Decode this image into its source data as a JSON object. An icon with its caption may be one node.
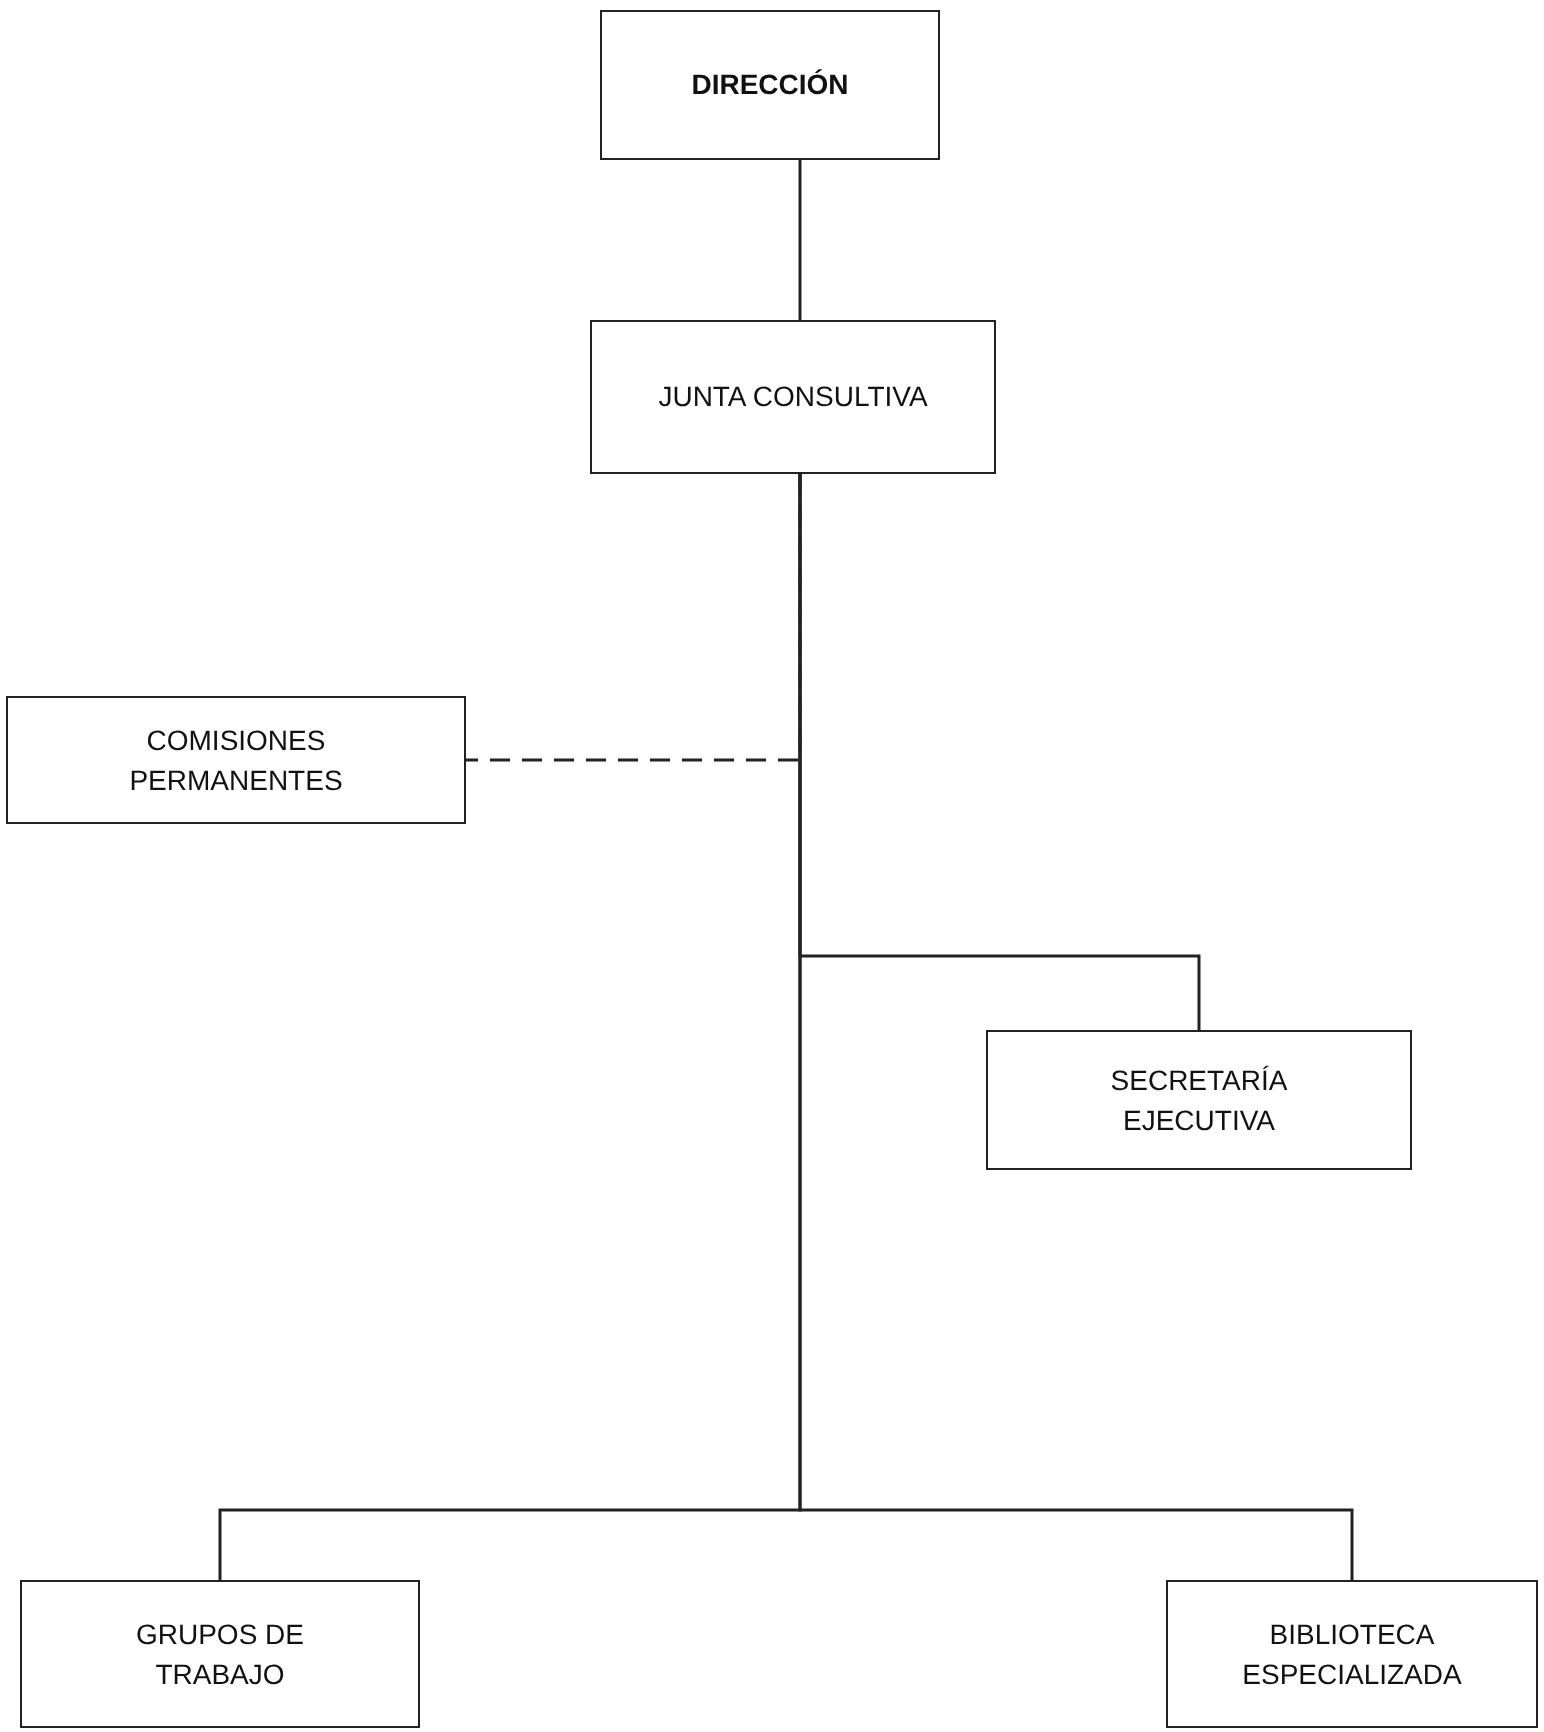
{
  "diagram": {
    "nodes": [
      {
        "text": [
          "DIRECCIÓN"
        ]
      },
      {
        "text": [
          "JUNTA CONSULTIVA"
        ]
      },
      {
        "text": [
          "COMISIONES PERMANENTES"
        ]
      },
      {
        "text": [
          "SECRETARÍA EJECUTIVA"
        ]
      },
      {
        "text": [
          "GRUPOS DE TRABAJO"
        ]
      },
      {
        "text": [
          "BIBLIOTECA ESPECIALIZADA"
        ]
      }
    ],
    "edges": [
      {
        "from": 0,
        "to": 1,
        "arrow": "none"
      },
      {
        "from": 1,
        "to": 2,
        "arrow": "none",
        "style": "dashed"
      },
      {
        "from": 1,
        "to": 3,
        "arrow": "none"
      },
      {
        "from": 1,
        "to": 4,
        "arrow": "none"
      },
      {
        "from": 1,
        "to": 5,
        "arrow": "none"
      }
    ]
  }
}
